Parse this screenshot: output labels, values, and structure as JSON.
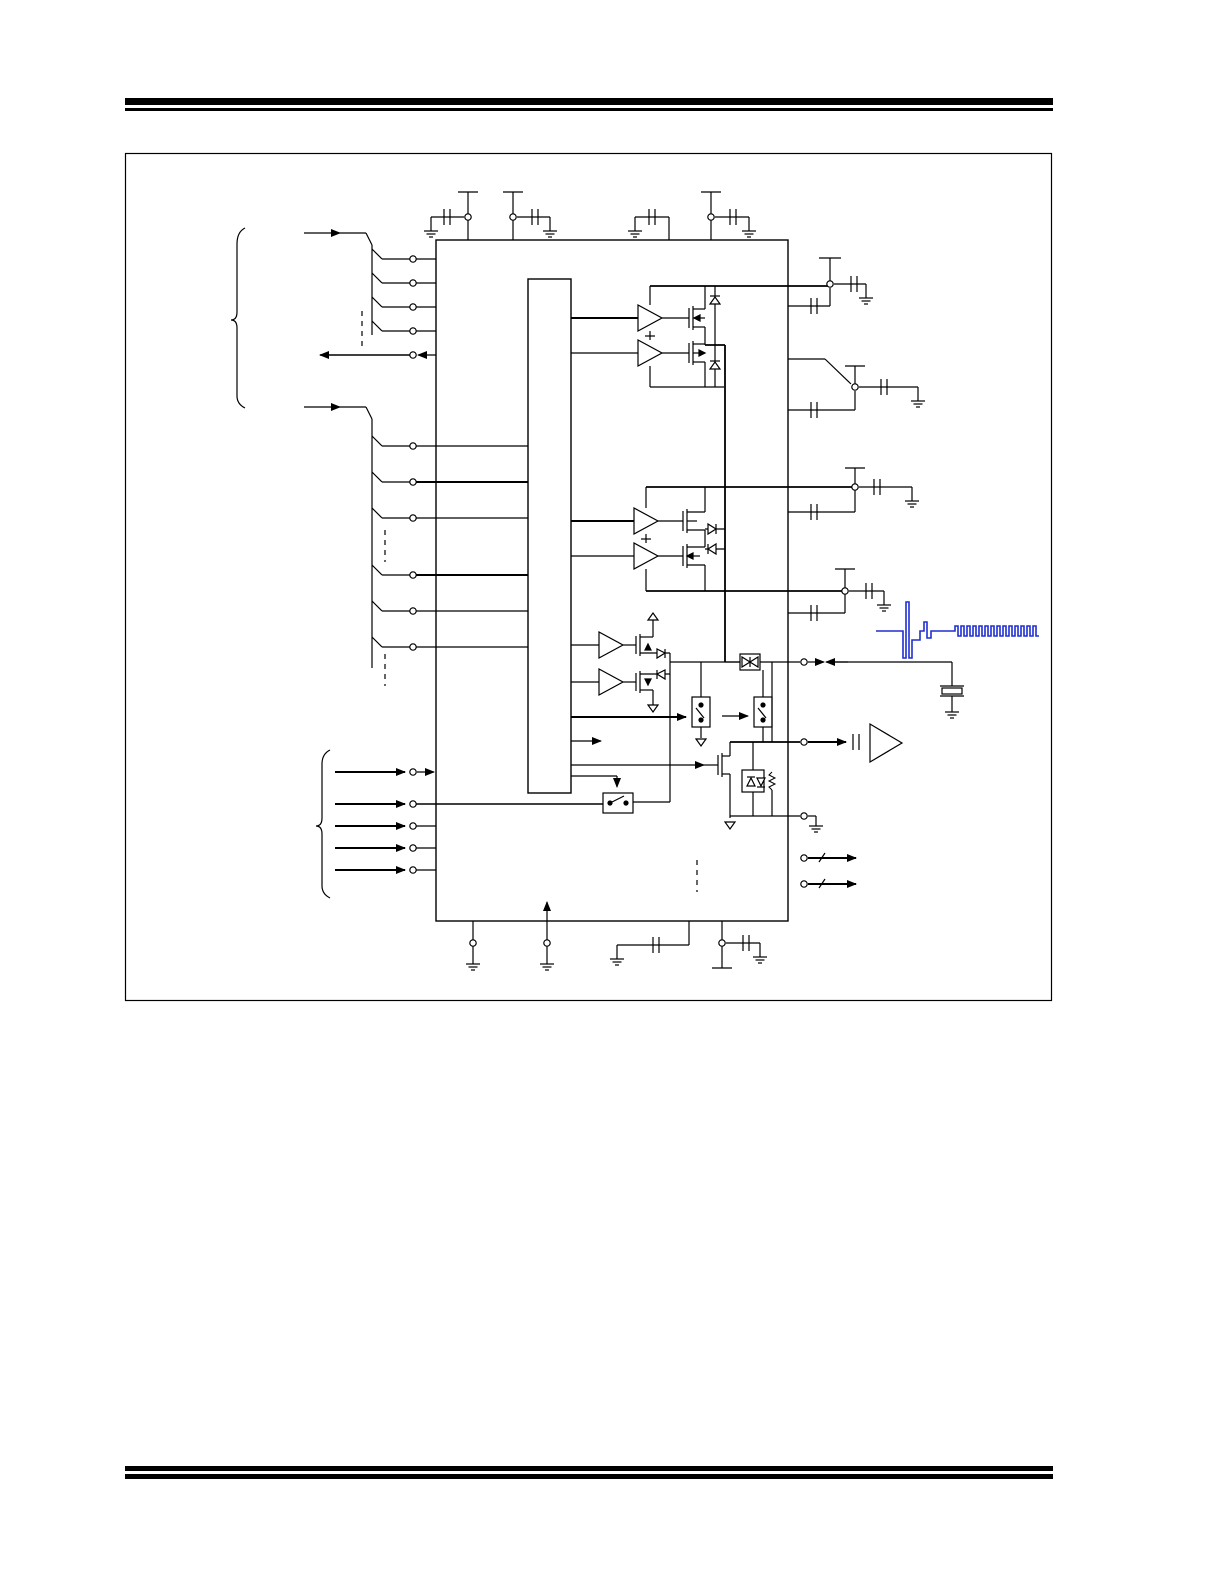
{
  "page": {
    "header_rule": "double-line",
    "footer_rule": "double-line"
  },
  "figure": {
    "type": "block-schematic",
    "colors": {
      "line": "#000000",
      "waveform": "#1f2fd0"
    },
    "icons": [
      "ground-icon",
      "capacitor-icon",
      "crystal-icon",
      "switch-icon",
      "amplifier-icon",
      "mosfet-icon",
      "diode-icon",
      "resistor-icon",
      "brace-icon"
    ],
    "text_labels": []
  }
}
